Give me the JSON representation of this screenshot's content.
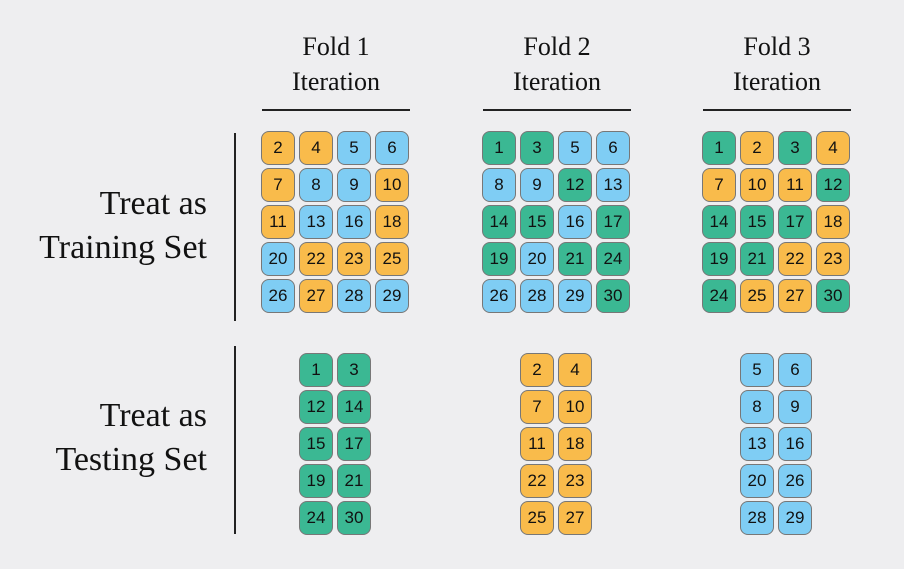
{
  "colors": {
    "background": "#eeeef0",
    "orange": "#f9bb4b",
    "blue": "#7fcdf4",
    "green": "#3bb893"
  },
  "folds": [
    {
      "title_line1": "Fold 1",
      "title_line2": "Iteration",
      "training": {
        "columns": 4,
        "cells": [
          {
            "n": "2",
            "c": "orange"
          },
          {
            "n": "4",
            "c": "orange"
          },
          {
            "n": "5",
            "c": "blue"
          },
          {
            "n": "6",
            "c": "blue"
          },
          {
            "n": "7",
            "c": "orange"
          },
          {
            "n": "8",
            "c": "blue"
          },
          {
            "n": "9",
            "c": "blue"
          },
          {
            "n": "10",
            "c": "orange"
          },
          {
            "n": "11",
            "c": "orange"
          },
          {
            "n": "13",
            "c": "blue"
          },
          {
            "n": "16",
            "c": "blue"
          },
          {
            "n": "18",
            "c": "orange"
          },
          {
            "n": "20",
            "c": "blue"
          },
          {
            "n": "22",
            "c": "orange"
          },
          {
            "n": "23",
            "c": "orange"
          },
          {
            "n": "25",
            "c": "orange"
          },
          {
            "n": "26",
            "c": "blue"
          },
          {
            "n": "27",
            "c": "orange"
          },
          {
            "n": "28",
            "c": "blue"
          },
          {
            "n": "29",
            "c": "blue"
          }
        ]
      },
      "testing": {
        "columns": 2,
        "cells": [
          {
            "n": "1",
            "c": "green"
          },
          {
            "n": "3",
            "c": "green"
          },
          {
            "n": "12",
            "c": "green"
          },
          {
            "n": "14",
            "c": "green"
          },
          {
            "n": "15",
            "c": "green"
          },
          {
            "n": "17",
            "c": "green"
          },
          {
            "n": "19",
            "c": "green"
          },
          {
            "n": "21",
            "c": "green"
          },
          {
            "n": "24",
            "c": "green"
          },
          {
            "n": "30",
            "c": "green"
          }
        ]
      }
    },
    {
      "title_line1": "Fold 2",
      "title_line2": "Iteration",
      "training": {
        "columns": 4,
        "cells": [
          {
            "n": "1",
            "c": "green"
          },
          {
            "n": "3",
            "c": "green"
          },
          {
            "n": "5",
            "c": "blue"
          },
          {
            "n": "6",
            "c": "blue"
          },
          {
            "n": "8",
            "c": "blue"
          },
          {
            "n": "9",
            "c": "blue"
          },
          {
            "n": "12",
            "c": "green"
          },
          {
            "n": "13",
            "c": "blue"
          },
          {
            "n": "14",
            "c": "green"
          },
          {
            "n": "15",
            "c": "green"
          },
          {
            "n": "16",
            "c": "blue"
          },
          {
            "n": "17",
            "c": "green"
          },
          {
            "n": "19",
            "c": "green"
          },
          {
            "n": "20",
            "c": "blue"
          },
          {
            "n": "21",
            "c": "green"
          },
          {
            "n": "24",
            "c": "green"
          },
          {
            "n": "26",
            "c": "blue"
          },
          {
            "n": "28",
            "c": "blue"
          },
          {
            "n": "29",
            "c": "blue"
          },
          {
            "n": "30",
            "c": "green"
          }
        ]
      },
      "testing": {
        "columns": 2,
        "cells": [
          {
            "n": "2",
            "c": "orange"
          },
          {
            "n": "4",
            "c": "orange"
          },
          {
            "n": "7",
            "c": "orange"
          },
          {
            "n": "10",
            "c": "orange"
          },
          {
            "n": "11",
            "c": "orange"
          },
          {
            "n": "18",
            "c": "orange"
          },
          {
            "n": "22",
            "c": "orange"
          },
          {
            "n": "23",
            "c": "orange"
          },
          {
            "n": "25",
            "c": "orange"
          },
          {
            "n": "27",
            "c": "orange"
          }
        ]
      }
    },
    {
      "title_line1": "Fold 3",
      "title_line2": "Iteration",
      "training": {
        "columns": 4,
        "cells": [
          {
            "n": "1",
            "c": "green"
          },
          {
            "n": "2",
            "c": "orange"
          },
          {
            "n": "3",
            "c": "green"
          },
          {
            "n": "4",
            "c": "orange"
          },
          {
            "n": "7",
            "c": "orange"
          },
          {
            "n": "10",
            "c": "orange"
          },
          {
            "n": "11",
            "c": "orange"
          },
          {
            "n": "12",
            "c": "green"
          },
          {
            "n": "14",
            "c": "green"
          },
          {
            "n": "15",
            "c": "green"
          },
          {
            "n": "17",
            "c": "green"
          },
          {
            "n": "18",
            "c": "orange"
          },
          {
            "n": "19",
            "c": "green"
          },
          {
            "n": "21",
            "c": "green"
          },
          {
            "n": "22",
            "c": "orange"
          },
          {
            "n": "23",
            "c": "orange"
          },
          {
            "n": "24",
            "c": "green"
          },
          {
            "n": "25",
            "c": "orange"
          },
          {
            "n": "27",
            "c": "orange"
          },
          {
            "n": "30",
            "c": "green"
          }
        ]
      },
      "testing": {
        "columns": 2,
        "cells": [
          {
            "n": "5",
            "c": "blue"
          },
          {
            "n": "6",
            "c": "blue"
          },
          {
            "n": "8",
            "c": "blue"
          },
          {
            "n": "9",
            "c": "blue"
          },
          {
            "n": "13",
            "c": "blue"
          },
          {
            "n": "16",
            "c": "blue"
          },
          {
            "n": "20",
            "c": "blue"
          },
          {
            "n": "26",
            "c": "blue"
          },
          {
            "n": "28",
            "c": "blue"
          },
          {
            "n": "29",
            "c": "blue"
          }
        ]
      }
    }
  ],
  "labels": {
    "training_line1": "Treat as",
    "training_line2": "Training Set",
    "testing_line1": "Treat as",
    "testing_line2": "Testing Set"
  }
}
